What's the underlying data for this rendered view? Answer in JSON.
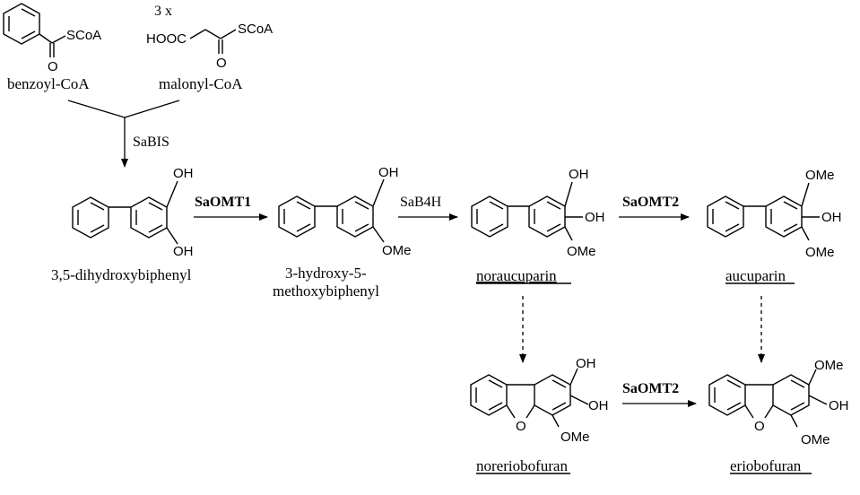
{
  "substrates": {
    "benzoyl": {
      "name": "benzoyl-CoA",
      "scoa": "SCoA",
      "o": "O"
    },
    "malonyl": {
      "multiplier": "3 x",
      "name": "malonyl-CoA",
      "hooc": "HOOC",
      "scoa": "SCoA",
      "o": "O"
    }
  },
  "enzymes": {
    "sabis": "SaBIS",
    "saomt1": "SaOMT1",
    "sab4h": "SaB4H",
    "saomt2_top": "SaOMT2",
    "saomt2_bottom": "SaOMT2"
  },
  "compounds": {
    "dihydroxybiphenyl": {
      "name": "3,5-dihydroxybiphenyl",
      "oh_top": "OH",
      "oh_bottom": "OH"
    },
    "hydroxymethoxybiphenyl": {
      "name_line1": "3-hydroxy-5-",
      "name_line2": "methoxybiphenyl",
      "oh": "OH",
      "ome": "OMe"
    },
    "noraucuparin": {
      "name": "noraucuparin",
      "oh1": "OH",
      "oh2": "OH",
      "ome": "OMe"
    },
    "aucuparin": {
      "name": "aucuparin",
      "ome1": "OMe",
      "oh": "OH",
      "ome2": "OMe"
    },
    "noreriobofuran": {
      "name": "noreriobofuran",
      "oh1": "OH",
      "oh2": "OH",
      "ome": "OMe",
      "o": "O"
    },
    "eriobofuran": {
      "name": "eriobofuran",
      "ome1": "OMe",
      "oh": "OH",
      "ome2": "OMe",
      "o": "O"
    }
  }
}
